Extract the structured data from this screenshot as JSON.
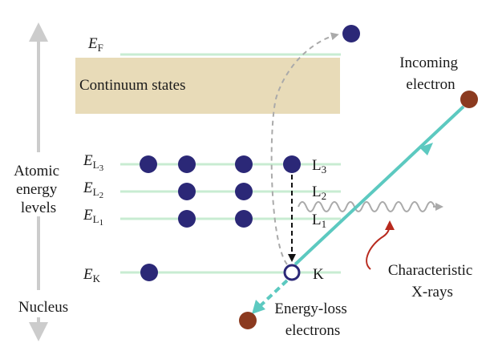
{
  "axis": {
    "label_lines": [
      "Atomic",
      "energy",
      "levels"
    ],
    "bottom_label": "Nucleus"
  },
  "fermi_label": {
    "main": "E",
    "sub": "F"
  },
  "continuum_label": "Continuum states",
  "level_labels_left": [
    {
      "main": "E",
      "sub": "L",
      "subsub": "3"
    },
    {
      "main": "E",
      "sub": "L",
      "subsub": "2"
    },
    {
      "main": "E",
      "sub": "L",
      "subsub": "1"
    },
    {
      "main": "E",
      "sub": "K",
      "subsub": ""
    }
  ],
  "level_labels_right": [
    {
      "main": "L",
      "sub": "3"
    },
    {
      "main": "L",
      "sub": "2"
    },
    {
      "main": "L",
      "sub": "1"
    },
    {
      "main": "K",
      "sub": ""
    }
  ],
  "incoming_label_lines": [
    "Incoming",
    "electron"
  ],
  "energy_loss_label_lines": [
    "Energy-loss",
    "electrons"
  ],
  "xray_label_lines": [
    "Characteristic",
    "X-rays"
  ],
  "colors": {
    "continuum": "#e8dbb8",
    "level_line": "#c8ecd2",
    "electron": "#2b2877",
    "incident_electron": "#8b3a1f",
    "beam": "#5cc9c0",
    "axis_arrow": "#cccccc",
    "ejected_path": "#aaaaaa",
    "xray_wave": "#aaaaaa",
    "xray_pointer": "#b82a1e"
  }
}
